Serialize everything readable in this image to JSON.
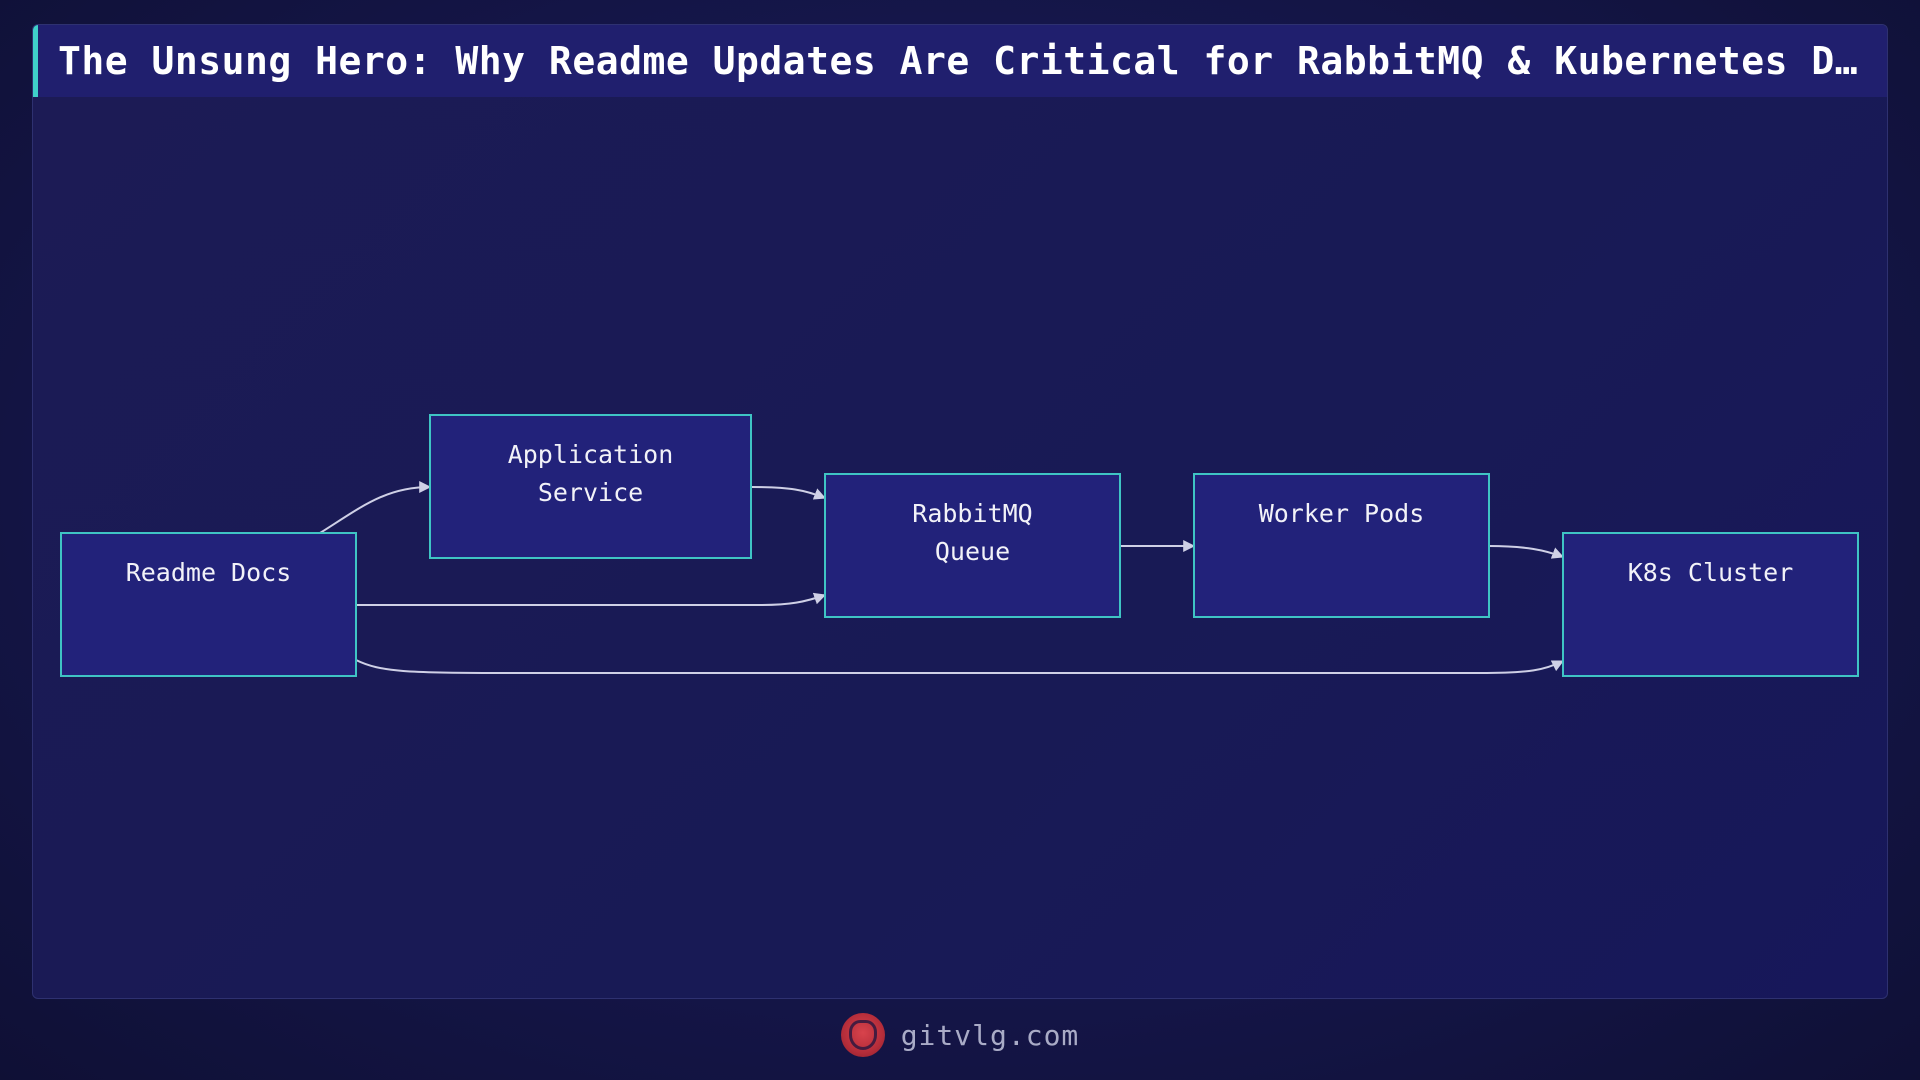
{
  "title": "The Unsung Hero: Why Readme Updates Are Critical for RabbitMQ & Kubernetes Depl…",
  "diagram": {
    "nodes": [
      {
        "id": "readme",
        "lines": [
          "Readme Docs"
        ]
      },
      {
        "id": "app",
        "lines": [
          "Application",
          "Service"
        ]
      },
      {
        "id": "rabbit",
        "lines": [
          "RabbitMQ",
          "Queue"
        ]
      },
      {
        "id": "worker",
        "lines": [
          "Worker Pods"
        ]
      },
      {
        "id": "k8s",
        "lines": [
          "K8s Cluster"
        ]
      }
    ],
    "edges": [
      {
        "from": "readme",
        "to": "app"
      },
      {
        "from": "readme",
        "to": "rabbit"
      },
      {
        "from": "readme",
        "to": "k8s"
      },
      {
        "from": "app",
        "to": "rabbit"
      },
      {
        "from": "rabbit",
        "to": "worker"
      },
      {
        "from": "worker",
        "to": "k8s"
      }
    ]
  },
  "footer": {
    "logo_icon": "lion-head-icon",
    "site": "gitvlg.com"
  },
  "colors": {
    "background": "#15164a",
    "node_fill": "#22227a",
    "node_border": "#3fc4c4",
    "title_accent": "#3fd0c9",
    "logo": "#c7343f"
  }
}
